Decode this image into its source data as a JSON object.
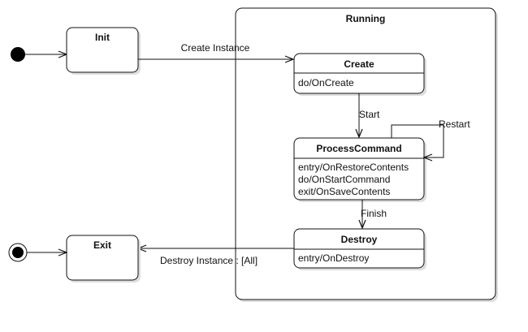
{
  "composite_state": {
    "title": "Running"
  },
  "states": {
    "init": {
      "title": "Init"
    },
    "exit": {
      "title": "Exit"
    },
    "create": {
      "title": "Create",
      "actions": [
        "do/OnCreate"
      ]
    },
    "process": {
      "title": "ProcessCommand",
      "actions": [
        "entry/OnRestoreContents",
        "do/OnStartCommand",
        "exit/OnSaveContents"
      ]
    },
    "destroy": {
      "title": "Destroy",
      "actions": [
        "entry/OnDestroy"
      ]
    }
  },
  "transitions": {
    "create_instance": "Create Instance",
    "start": "Start",
    "restart": "Restart",
    "finish": "Finish",
    "destroy_instance": "Destroy Instance :  [All]"
  },
  "colors": {
    "line": "#111111",
    "shadow": "#d9d9d9",
    "fill": "#ffffff"
  }
}
